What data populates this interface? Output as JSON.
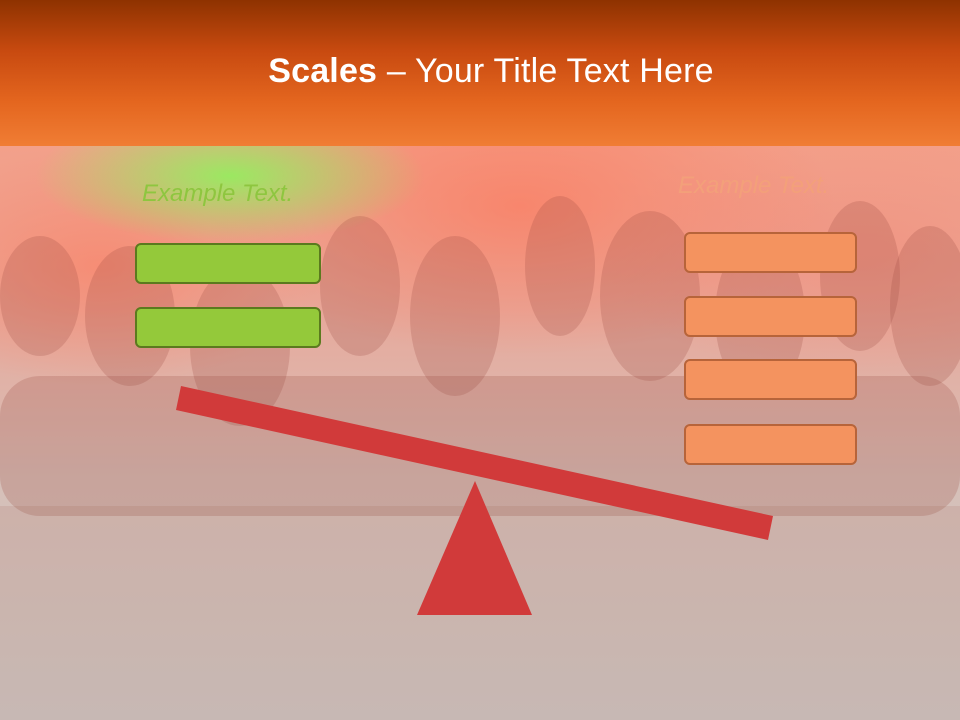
{
  "title": {
    "bold": "Scales",
    "rest": " – Your Title Text Here"
  },
  "left_panel": {
    "heading": "Example Text.",
    "box_count": 2,
    "color": "#94c93a"
  },
  "right_panel": {
    "heading": "Example Text.",
    "box_count": 4,
    "color": "#f4935f"
  },
  "colors": {
    "title_bar": "#e4661f",
    "beam": "#d13a3a",
    "fulcrum": "#d13a3a",
    "left_accent": "#8ec63f",
    "right_accent": "#f3a07a"
  }
}
